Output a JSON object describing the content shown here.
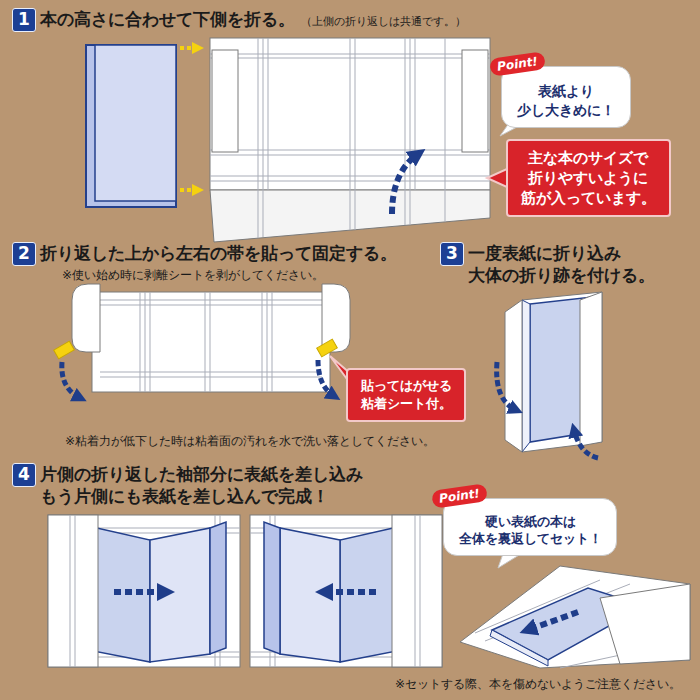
{
  "diagram": {
    "nodes": [
      {
        "text": [
          "1"
        ]
      },
      {
        "text": [
          "Point!",
          "表紙より 少し大きめに！"
        ]
      },
      {
        "text": [
          "主な本のサイズで 折りやすいように 筋が入っています。"
        ]
      },
      {
        "text": [
          "2"
        ]
      },
      {
        "text": [
          "3"
        ]
      },
      {
        "text": [
          "貼ってはがせる 粘着シート付。"
        ]
      },
      {
        "text": [
          "4"
        ]
      },
      {
        "text": [
          "Point!",
          "硬い表紙の本は 全体を裏返してセット！"
        ]
      }
    ],
    "labels": [
      "本の高さに合わせて下側を折る。",
      "（上側の折り返しは共通です。）",
      "折り返した上から左右の帯を貼って固定する。",
      "※使い始め時に剥離シートを剥がしてください。",
      "一度表紙に折り込み 大体の折り跡を付ける。",
      "※粘着力が低下した時は粘着面の汚れを水で洗い落としてください。",
      "片側の折り返した袖部分に表紙を差し込み もう片側にも表紙を差し込んで完成！",
      "※セットする際、本を傷めないようご注意ください。"
    ]
  }
}
